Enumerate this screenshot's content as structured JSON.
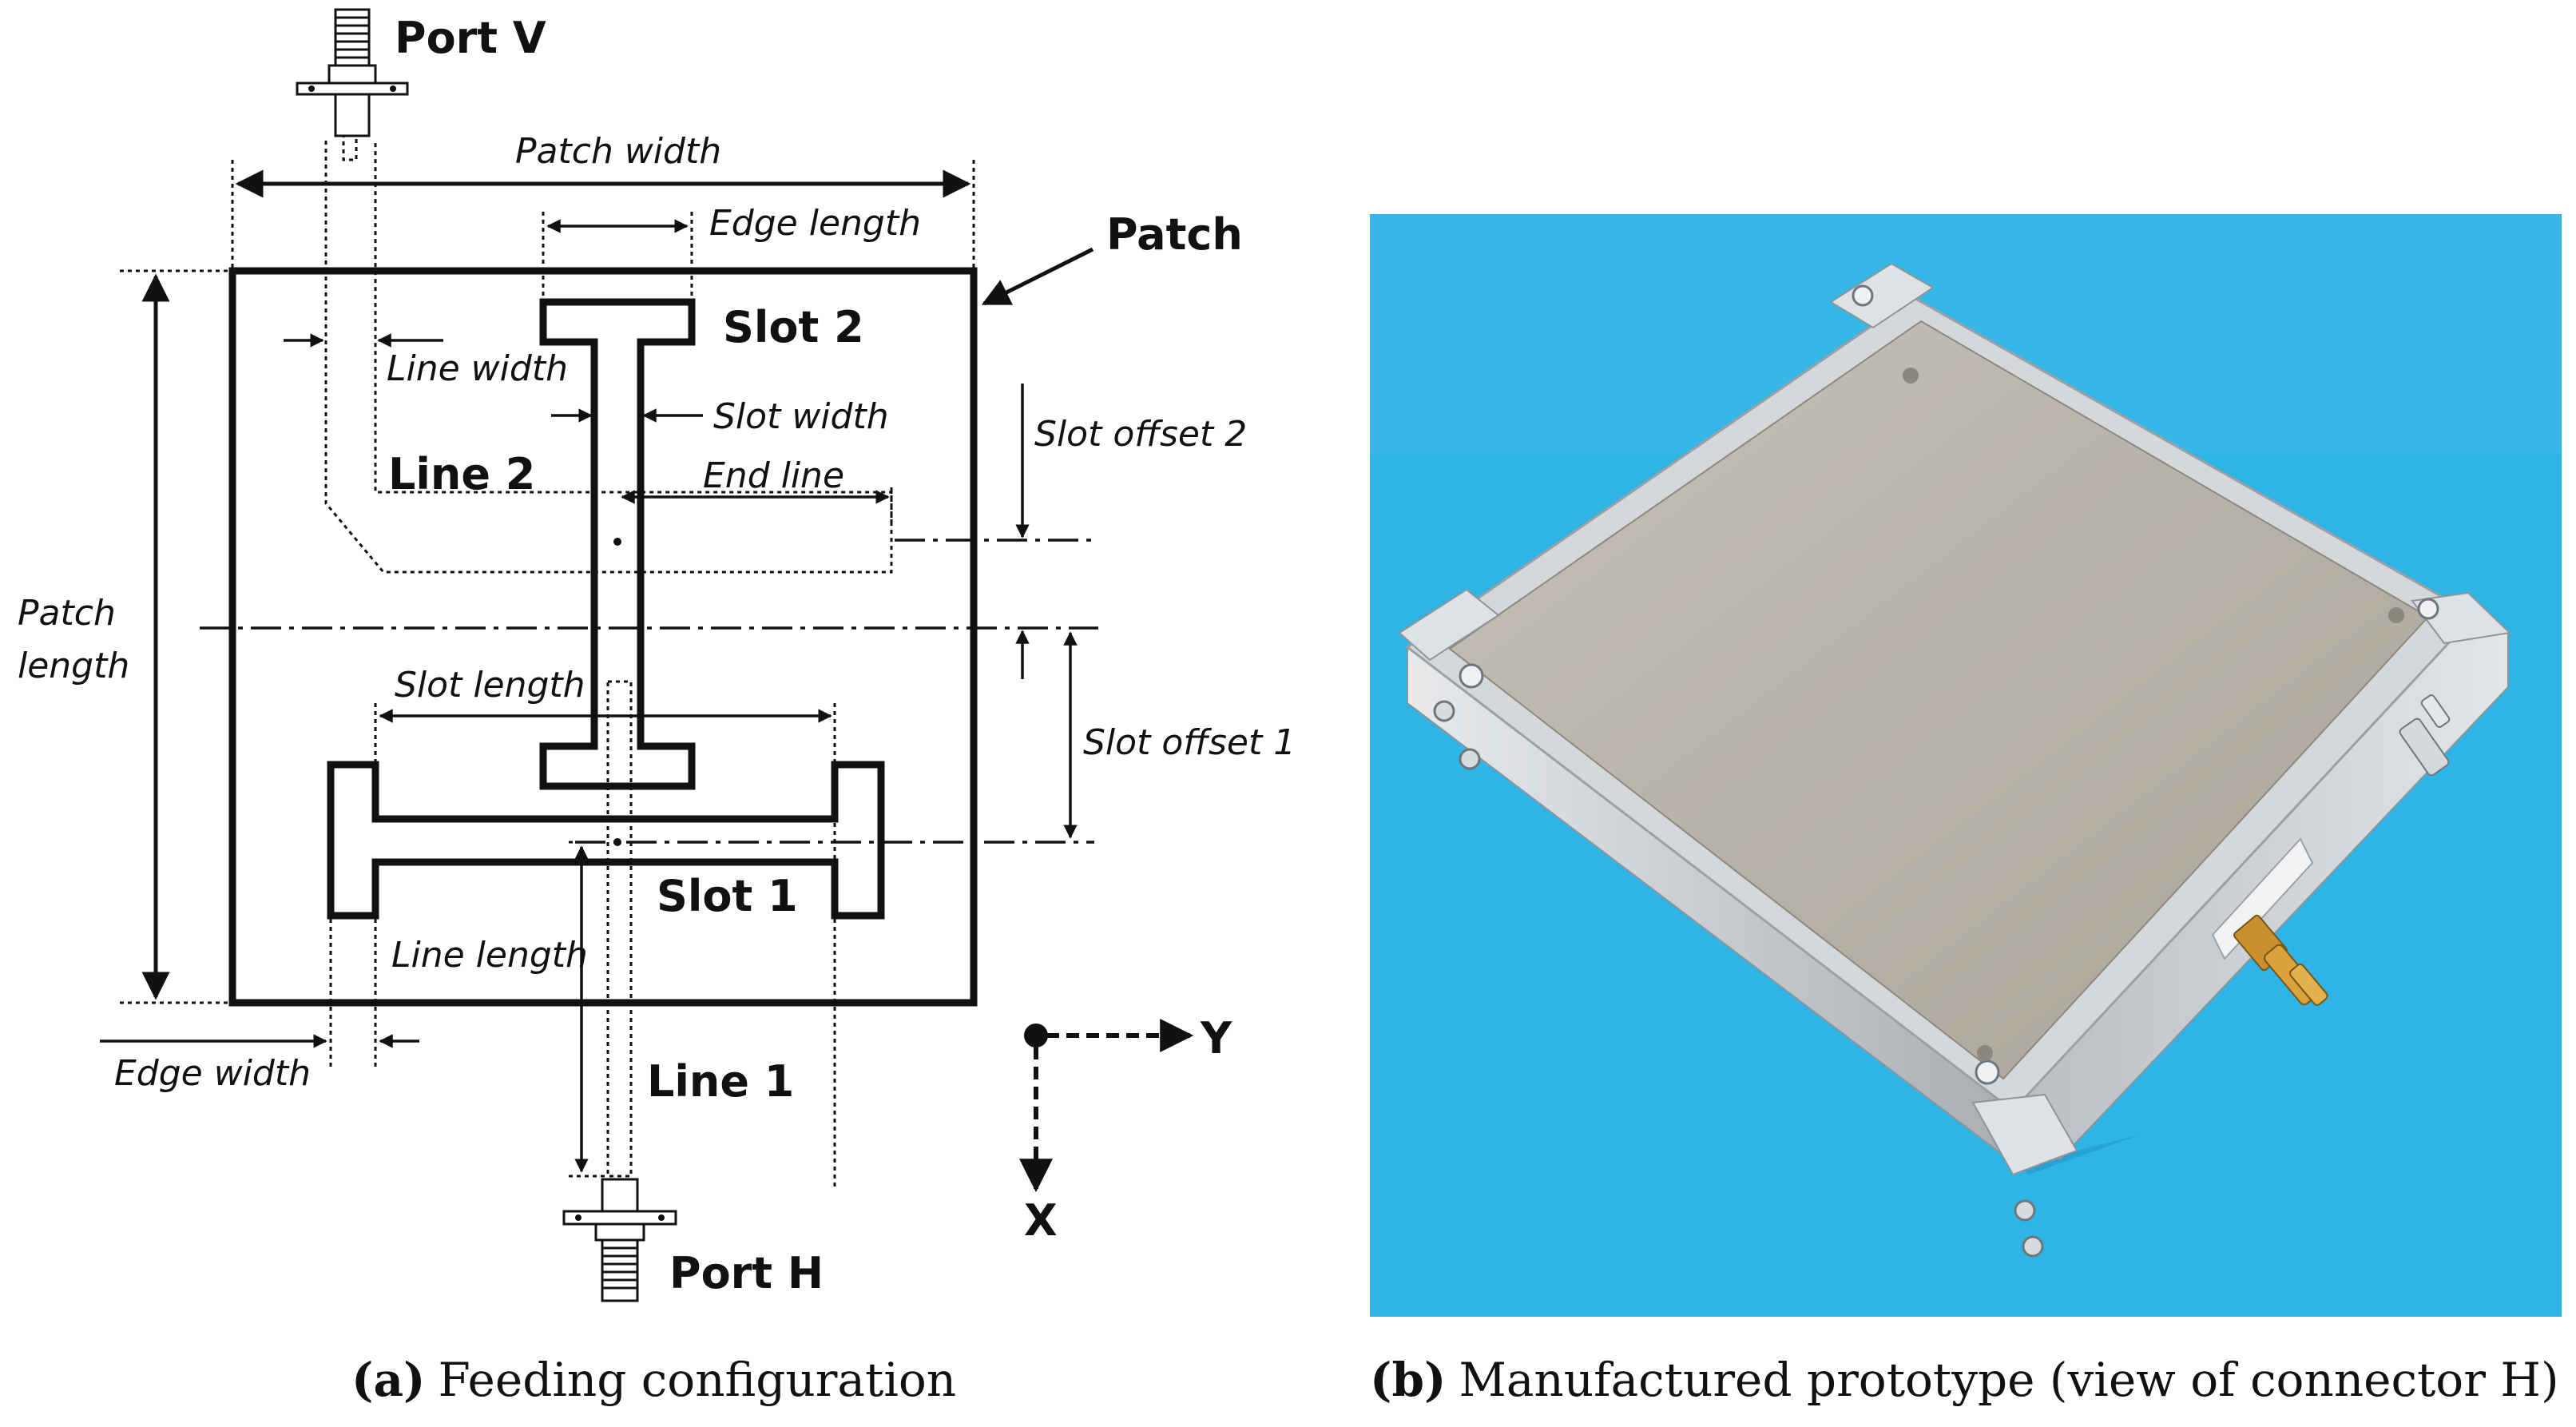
{
  "panel_a": {
    "labels": {
      "port_v": "Port V",
      "port_h": "Port H",
      "patch": "Patch",
      "slot_2": "Slot 2",
      "slot_1": "Slot 1",
      "line_2": "Line 2",
      "line_1": "Line 1",
      "patch_width": "Patch width",
      "edge_length": "Edge length",
      "line_width": "Line width",
      "slot_width": "Slot width",
      "end_line": "End line",
      "slot_offset_2": "Slot offset 2",
      "slot_offset_1": "Slot offset 1",
      "patch_length_1": "Patch",
      "patch_length_2": "length",
      "slot_length": "Slot length",
      "line_length": "Line length",
      "edge_width": "Edge width",
      "axis_y": "Y",
      "axis_x": "X"
    },
    "caption": {
      "letter": "(a)",
      "text": "Feeding configuration"
    }
  },
  "panel_b": {
    "caption": {
      "letter": "(b)",
      "text": "Manufactured prototype (view of connector H)"
    },
    "colors": {
      "background": "#2fb4e6",
      "board": "#b9b3a8",
      "metal": "#c9ccd0",
      "connector": "#c8902e"
    }
  }
}
